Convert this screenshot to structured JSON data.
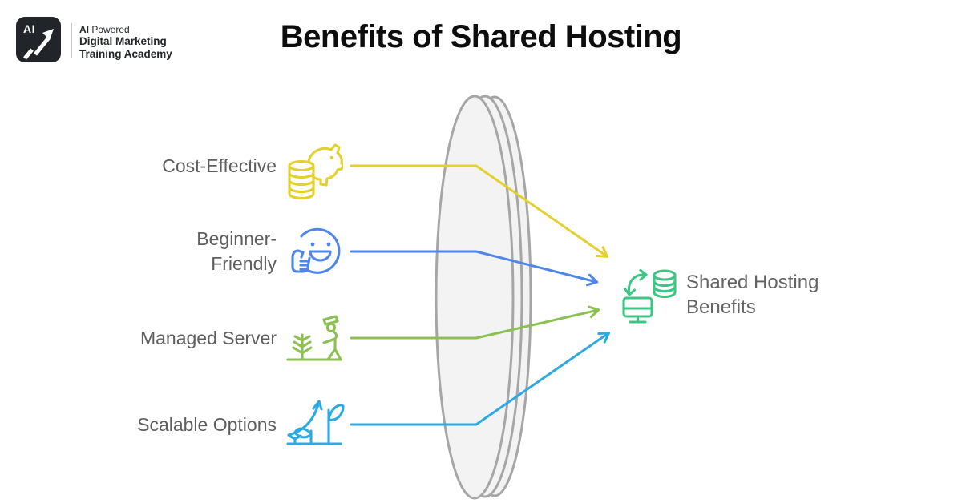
{
  "colors": {
    "yellow": "#e4d02f",
    "blue": "#4f86e8",
    "green": "#8cc152",
    "cyan": "#2caae1",
    "emerald": "#3fc583",
    "label-text": "#5e5e5e",
    "result-text": "#646464",
    "lens-fill": "#f3f3f3",
    "lens-stroke": "#a6a6a6",
    "logo-dark": "#212529"
  },
  "logo": {
    "badge": "AI",
    "powered_bold": "AI",
    "powered_rest": " Powered",
    "line2": "Digital Marketing",
    "line3": "Training Academy"
  },
  "title": "Benefits of Shared Hosting",
  "items": [
    {
      "label": "Cost-Effective",
      "icon": "piggy-bank-coins-icon",
      "color": "#e4d02f"
    },
    {
      "label": "Beginner-\nFriendly",
      "icon": "thumbs-up-smiley-icon",
      "color": "#4f86e8"
    },
    {
      "label": "Managed Server",
      "icon": "gardener-plant-icon",
      "color": "#8cc152"
    },
    {
      "label": "Scalable Options",
      "icon": "growing-plants-icon",
      "color": "#2caae1"
    }
  ],
  "result": {
    "line1": "Shared Hosting",
    "line2": "Benefits",
    "icon": "sync-database-monitor-icon",
    "color": "#3fc583"
  }
}
